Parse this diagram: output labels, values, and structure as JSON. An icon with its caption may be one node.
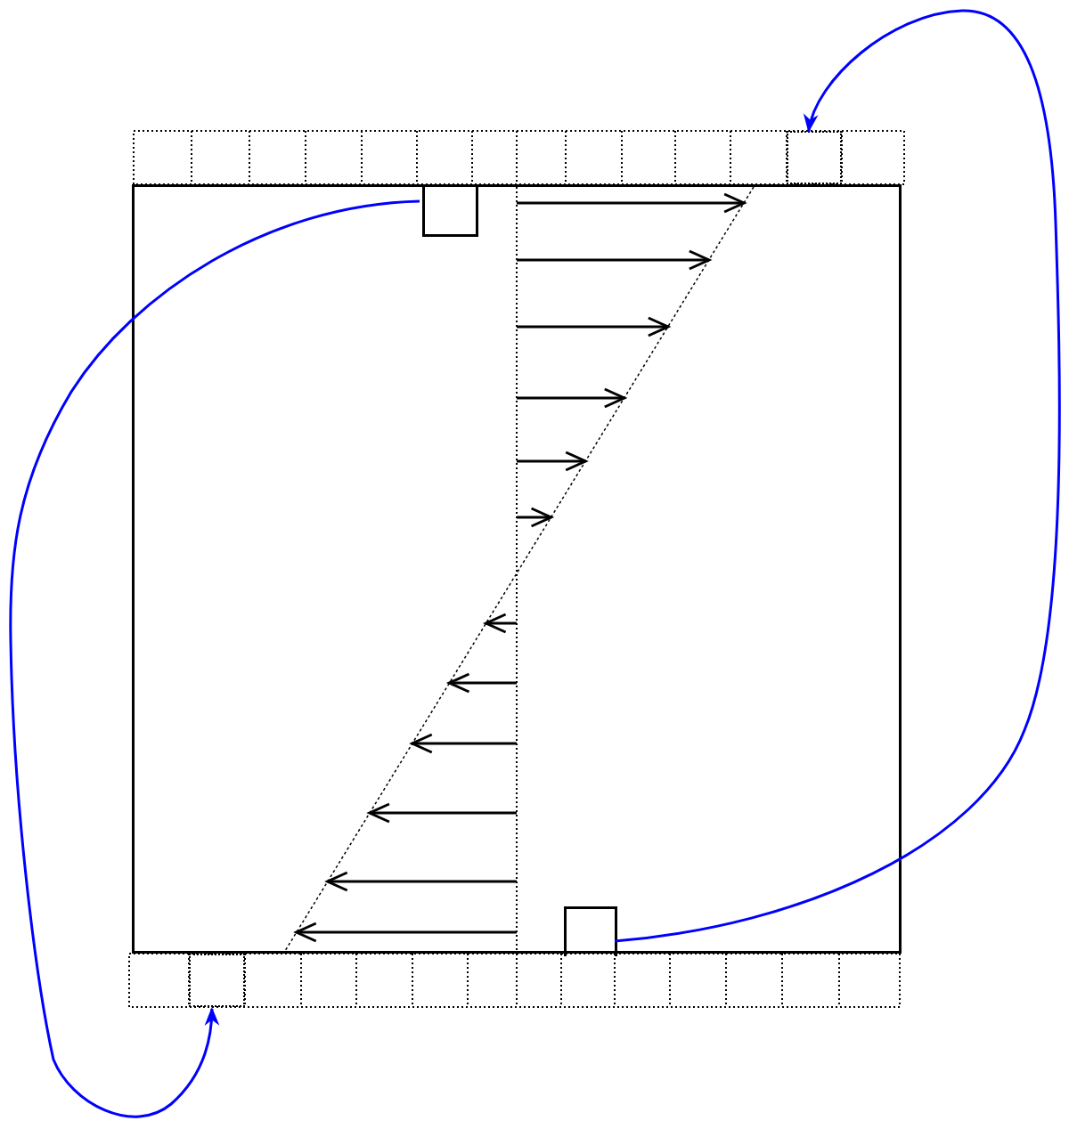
{
  "diagram": {
    "nodes": [
      {
        "text": [],
        "shape": "box"
      },
      {
        "text": [],
        "shape": "box",
        "in": 0
      },
      {
        "text": [],
        "shape": "box",
        "in": 0
      },
      {
        "text": [],
        "shape": "box"
      },
      {
        "text": [],
        "shape": "box"
      }
    ],
    "edges": [
      {
        "from": 1,
        "to": 4,
        "arrow": "to"
      },
      {
        "from": 2,
        "to": 3,
        "arrow": "to"
      }
    ]
  }
}
